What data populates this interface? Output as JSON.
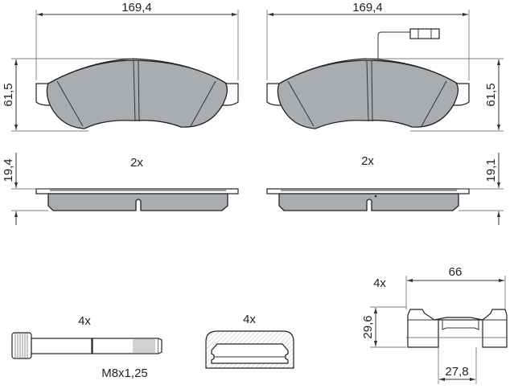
{
  "drawing": {
    "colors": {
      "friction_material": "#a9adb2",
      "lines": "#222222"
    },
    "left_pad": {
      "width_label": "169,4",
      "height_label": "61,5",
      "thickness_label": "19,4",
      "quantity": "2x"
    },
    "right_pad": {
      "width_label": "169,4",
      "height_label": "61,5",
      "thickness_label": "19,1",
      "quantity": "2x",
      "has_wear_sensor": true
    },
    "bolt": {
      "quantity": "4x",
      "thread_label": "M8x1,25"
    },
    "bushing": {
      "quantity": "4x"
    },
    "spring_clip": {
      "quantity": "4x",
      "width_label": "66",
      "height_label": "29,6",
      "inner_width_label": "27,8"
    }
  }
}
